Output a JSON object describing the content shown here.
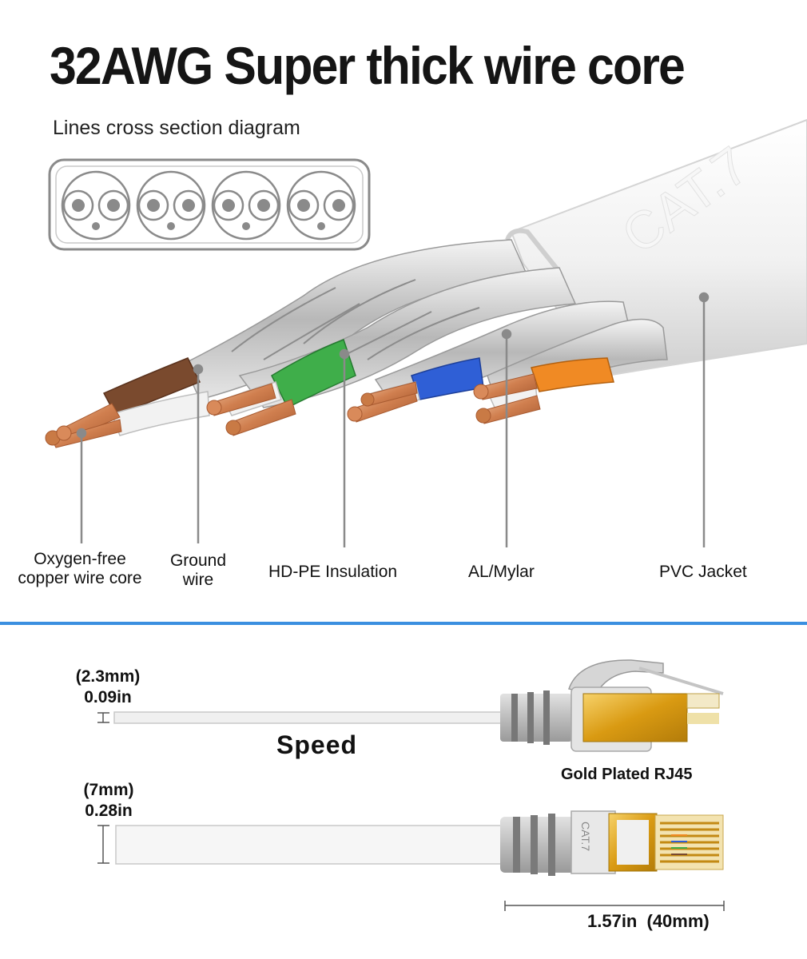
{
  "header": {
    "title": "32AWG Super thick wire core",
    "subtitle": "Lines cross section diagram"
  },
  "jacket_print": "CAT.7",
  "callouts": {
    "copper_line1": "Oxygen-free",
    "copper_line2": "copper wire core",
    "ground_line1": "Ground",
    "ground_line2": "wire",
    "insulation": "HD-PE  Insulation",
    "mylar": "AL/Mylar",
    "jacket": "PVC Jacket"
  },
  "comparison": {
    "round_mm": "(2.3mm)",
    "round_in": "0.09in",
    "speed": "Speed",
    "connector": "Gold Plated RJ45",
    "flat_mm": "(7mm)",
    "flat_in": "0.28in",
    "length_in": "1.57in",
    "length_mm": "(40mm)",
    "boot_print": "CAT.7"
  },
  "colors": {
    "accent_divider": "#3b8fe0",
    "copper": "#d98a5a",
    "brown": "#7a4a2e",
    "green": "#3fae4a",
    "blue": "#2f5fd6",
    "orange": "#f08a24",
    "gold": "#e0a21c"
  }
}
